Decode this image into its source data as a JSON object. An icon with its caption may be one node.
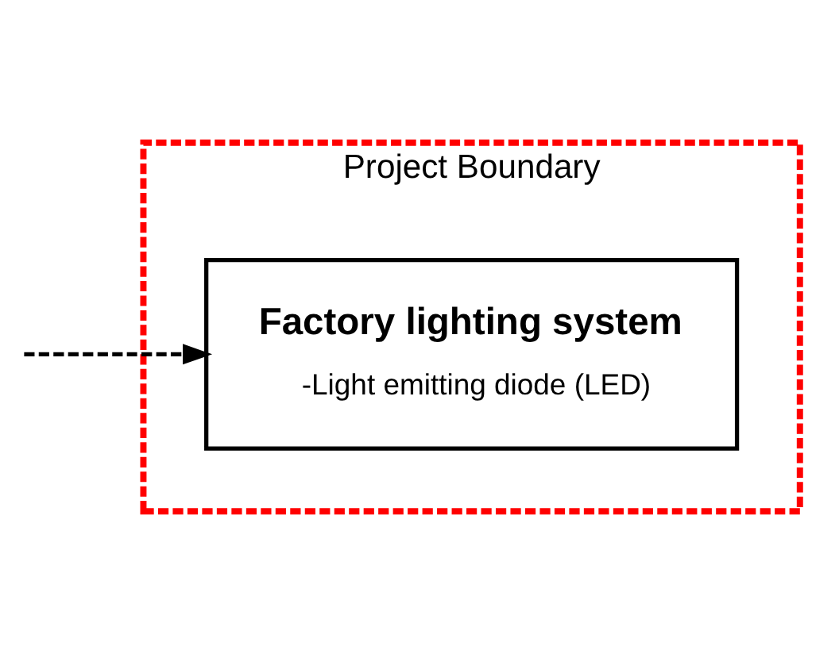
{
  "diagram": {
    "nodes": [
      {
        "text": [
          "Project Boundary"
        ]
      },
      {
        "text": [
          "Factory lighting system",
          "-Light emitting diode (LED)"
        ],
        "in": 0
      }
    ],
    "edges": [
      {
        "from": null,
        "to": 1,
        "arrow": "to",
        "style": "dashed"
      }
    ]
  }
}
